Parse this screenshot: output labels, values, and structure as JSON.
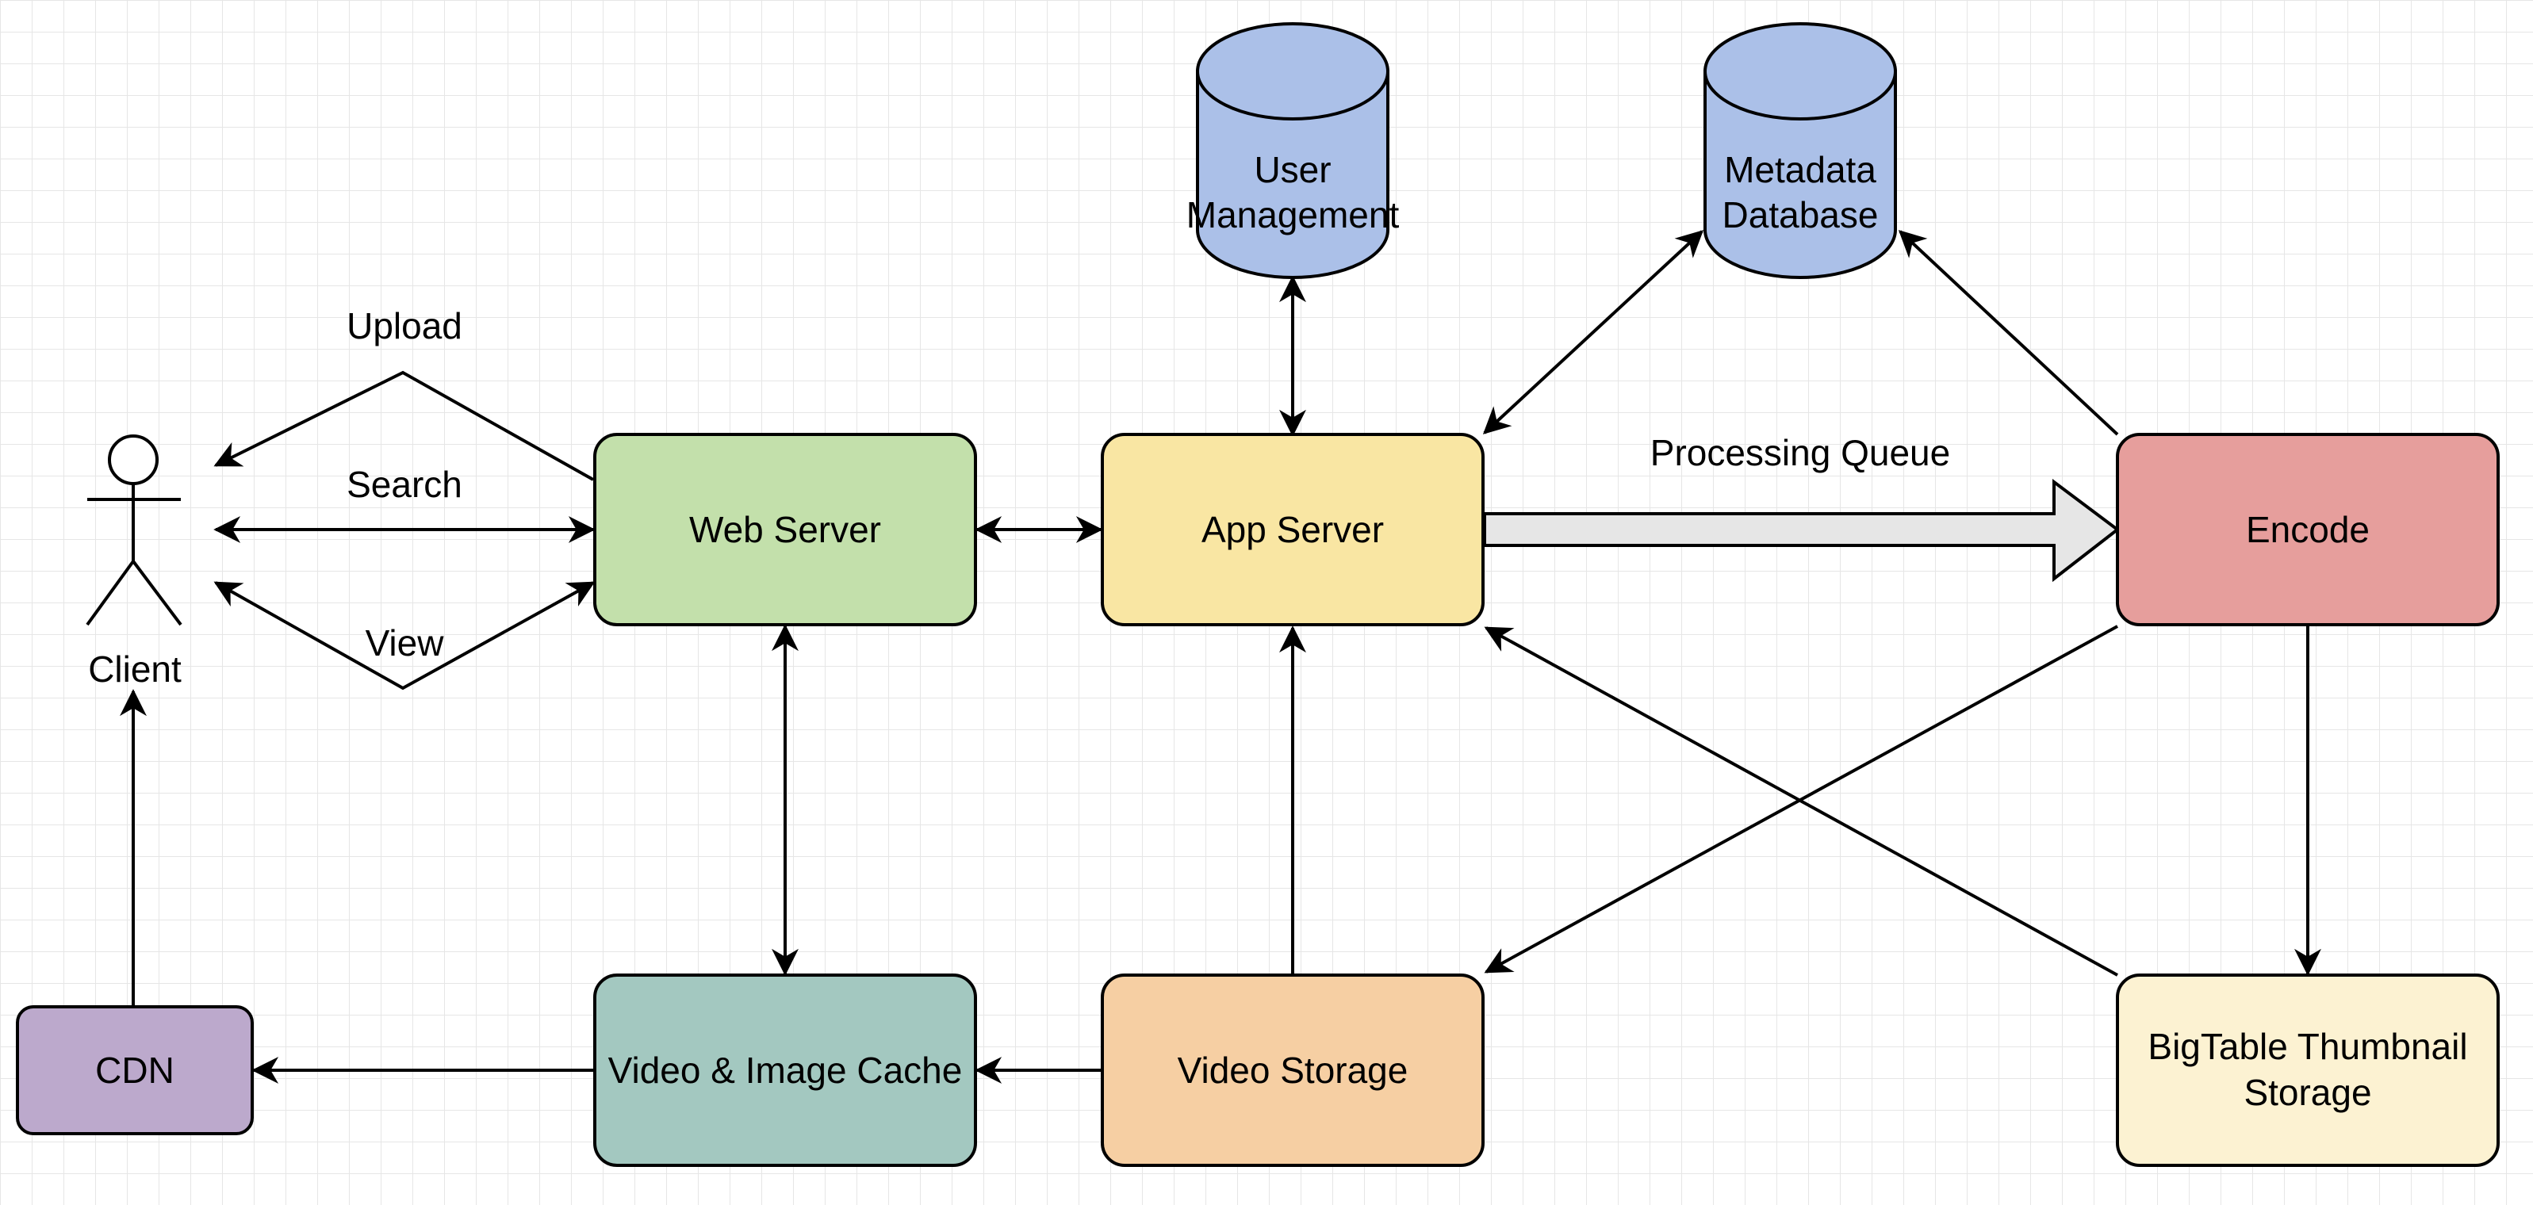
{
  "diagram": {
    "colors": {
      "grid": "#e6e6e6",
      "stroke": "#000000",
      "web_server": "#c3e0ab",
      "app_server": "#f9e6a3",
      "encode": "#e69e9c",
      "cache": "#a3c8c0",
      "video_storage": "#f6cfa3",
      "bigtable": "#fcf2d2",
      "cdn": "#bca9cc",
      "database": "#abc0e8",
      "queue_arrow": "#e6e6e6"
    },
    "nodes": {
      "client": {
        "label": "Client"
      },
      "web_server": {
        "label": "Web Server"
      },
      "app_server": {
        "label": "App Server"
      },
      "encode": {
        "label": "Encode"
      },
      "cache": {
        "label": "Video & Image Cache"
      },
      "video_storage": {
        "label": "Video Storage"
      },
      "bigtable": {
        "label_line1": "BigTable Thumbnail",
        "label_line2": "Storage"
      },
      "cdn": {
        "label": "CDN"
      },
      "user_db": {
        "label_line1": "User",
        "label_line2": "Management"
      },
      "meta_db": {
        "label_line1": "Metadata",
        "label_line2": "Database"
      }
    },
    "edges": {
      "upload": "Upload",
      "search": "Search",
      "view": "View",
      "processing_queue": "Processing Queue"
    }
  }
}
